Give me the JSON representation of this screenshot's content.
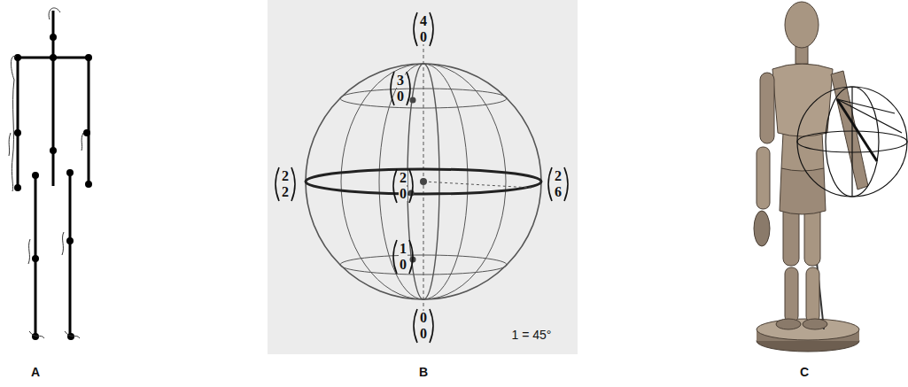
{
  "diagram": {
    "labels": [
      "4",
      "0",
      "3",
      "0",
      "2",
      "2",
      "2",
      "0",
      "2",
      "6",
      "1",
      "0",
      "0",
      "0",
      "1 = 45°",
      "A",
      "B",
      "C"
    ]
  }
}
